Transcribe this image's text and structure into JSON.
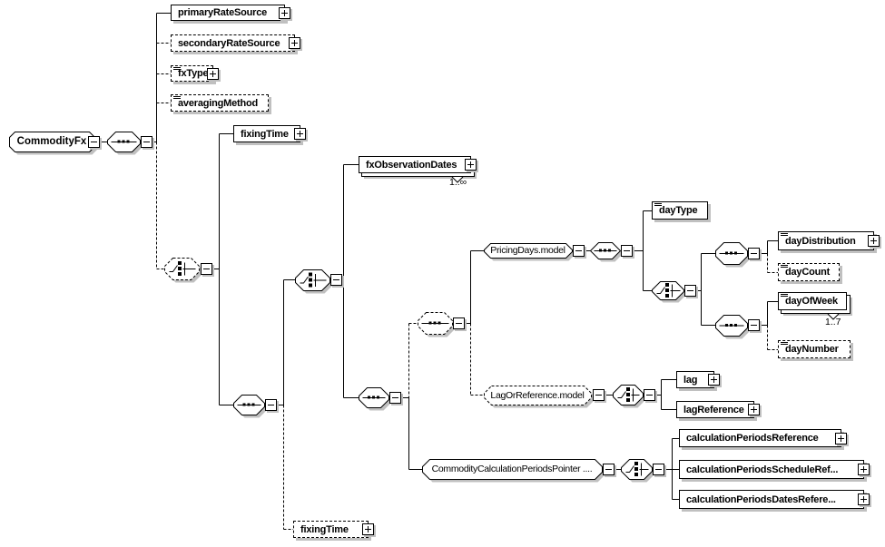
{
  "colors": {
    "background": "#ffffff",
    "line": "#000000",
    "shadow": "#c0c0c0",
    "box_fill": "#ffffff"
  },
  "nodes": {
    "commodityFx": {
      "label": "CommodityFx"
    },
    "primaryRateSource": {
      "label": "primaryRateSource"
    },
    "secondaryRateSource": {
      "label": "secondaryRateSource"
    },
    "fxType": {
      "label": "fxType"
    },
    "averagingMethod": {
      "label": "averagingMethod"
    },
    "fixingTime1": {
      "label": "fixingTime"
    },
    "fxObservationDates": {
      "label": "fxObservationDates",
      "occurrence": "1..∞"
    },
    "pricingDaysModel": {
      "label": "PricingDays.model"
    },
    "dayType": {
      "label": "dayType"
    },
    "dayDistribution": {
      "label": "dayDistribution"
    },
    "dayCount": {
      "label": "dayCount"
    },
    "dayOfWeek": {
      "label": "dayOfWeek",
      "occurrence": "1..7"
    },
    "dayNumber": {
      "label": "dayNumber"
    },
    "lagOrReferenceModel": {
      "label": "LagOrReference.model"
    },
    "lag": {
      "label": "lag"
    },
    "lagReference": {
      "label": "lagReference"
    },
    "commodityCalculationPeriodsPointer": {
      "label": "CommodityCalculationPeriodsPointer ...."
    },
    "calculationPeriodsReference": {
      "label": "calculationPeriodsReference"
    },
    "calculationPeriodsScheduleRef": {
      "label": "calculationPeriodsScheduleRef..."
    },
    "calculationPeriodsDatesReference": {
      "label": "calculationPeriodsDatesRefere..."
    },
    "fixingTime2": {
      "label": "fixingTime"
    }
  }
}
